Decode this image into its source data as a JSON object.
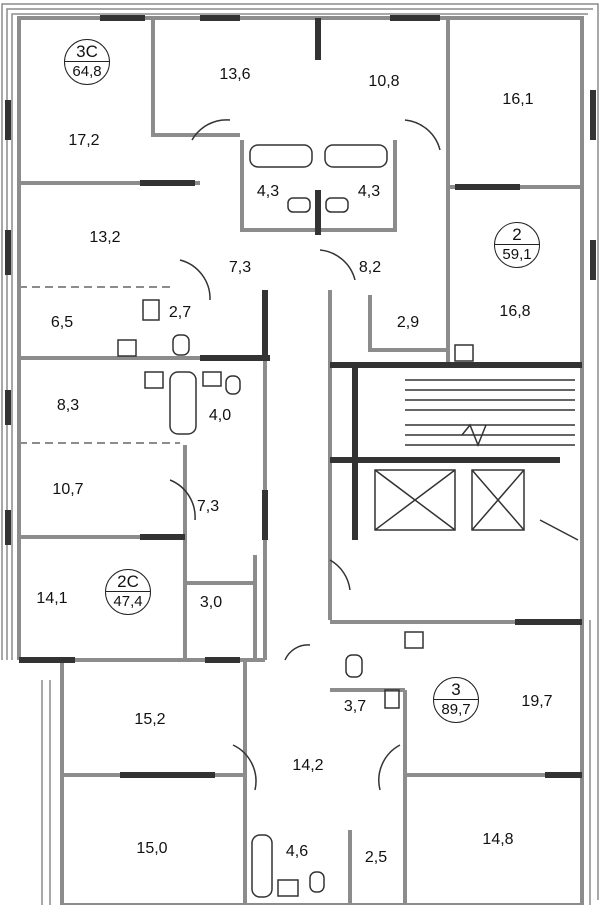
{
  "apartments": [
    {
      "type": "3С",
      "area": "64,8"
    },
    {
      "type": "2",
      "area": "59,1"
    },
    {
      "type": "2С",
      "area": "47,4"
    },
    {
      "type": "3",
      "area": "89,7"
    }
  ],
  "rooms": [
    "13,6",
    "10,8",
    "16,1",
    "17,2",
    "4,3",
    "4,3",
    "13,2",
    "7,3",
    "8,2",
    "16,8",
    "6,5",
    "2,7",
    "2,9",
    "8,3",
    "4,0",
    "10,7",
    "7,3",
    "14,1",
    "3,0",
    "19,7",
    "15,2",
    "3,7",
    "14,2",
    "15,0",
    "4,6",
    "2,5",
    "14,8"
  ],
  "colors": {
    "wall": "#8c8c8c",
    "wall_dark": "#333333"
  }
}
